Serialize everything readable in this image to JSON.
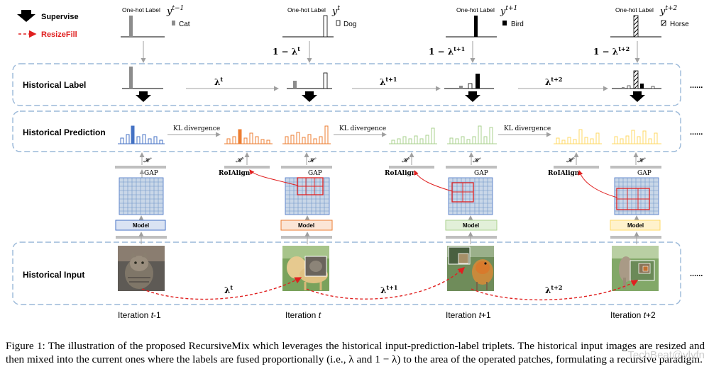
{
  "legend": {
    "supervise_label": "Supervise",
    "resizefill_label": "ResizeFill"
  },
  "colors": {
    "panel_border": "#9ab8d8",
    "blue": "#4472c4",
    "orange": "#ed7d31",
    "green": "#a9d18e",
    "yellow": "#ffd966",
    "red": "#e02020",
    "gray": "#8c8c8c"
  },
  "rows": {
    "historical_label": "Historical Label",
    "historical_prediction": "Historical Prediction",
    "historical_input": "Historical Input"
  },
  "onehot": [
    {
      "title": "One-hot Label",
      "y_sup": "y",
      "sup": "t−1",
      "class_name": "Cat",
      "style": "gray"
    },
    {
      "title": "One-hot Label",
      "y_sup": "y",
      "sup": "t",
      "class_name": "Dog",
      "style": "white"
    },
    {
      "title": "One-hot Label",
      "y_sup": "y",
      "sup": "t+1",
      "class_name": "Bird",
      "style": "black"
    },
    {
      "title": "One-hot Label",
      "y_sup": "y",
      "sup": "t+2",
      "class_name": "Horse",
      "style": "hatch"
    }
  ],
  "one_minus_lambda": [
    "1 − λ",
    "1 − λ",
    "1 − λ"
  ],
  "one_minus_sup": [
    "t",
    "t+1",
    "t+2"
  ],
  "lambda_arrows": [
    {
      "base": "λ",
      "sup": "t"
    },
    {
      "base": "λ",
      "sup": "t+1"
    },
    {
      "base": "λ",
      "sup": "t+2"
    }
  ],
  "kl_divergence": [
    "KL divergence",
    "KL divergence",
    "KL divergence"
  ],
  "heads": {
    "h": "𝓗",
    "h_prime": "𝓗′"
  },
  "gap": "GAP",
  "roialign": "RoIAlign",
  "model": "Model",
  "iterations": [
    {
      "prefix": "Iteration ",
      "var": "t",
      "suffix": "-1"
    },
    {
      "prefix": "Iteration ",
      "var": "t",
      "suffix": ""
    },
    {
      "prefix": "Iteration ",
      "var": "t",
      "suffix": "+1"
    },
    {
      "prefix": "Iteration ",
      "var": "t",
      "suffix": "+2"
    }
  ],
  "ellipsis": "......",
  "caption": {
    "line1": "Figure 1: The illustration of the proposed RecursiveMix which leverages the historical input-prediction-label triplets. The historical input",
    "line2": "images are resized and then mixed into the current ones where the labels are fused proportionally (i.e., λ and 1 − λ) to the area of the operated",
    "line3": "patches, formulating a recursive paradigm."
  },
  "watermark": "TechBeat@ylyfn"
}
